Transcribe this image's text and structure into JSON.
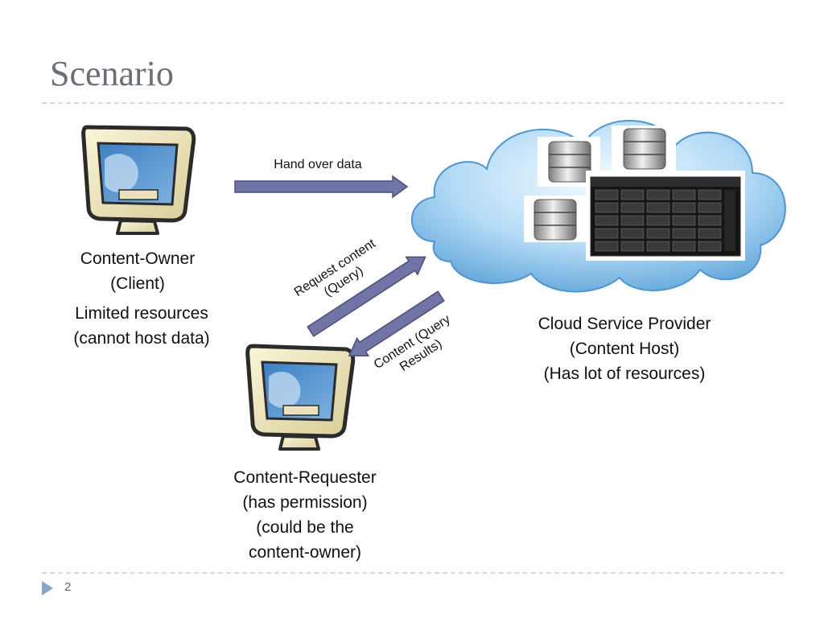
{
  "slide": {
    "title": "Scenario",
    "page_number": "2"
  },
  "owner": {
    "line1": "Content-Owner",
    "line2": "(Client)",
    "line3": "Limited resources",
    "line4": "(cannot host data)"
  },
  "provider": {
    "line1": "Cloud Service Provider",
    "line2": "(Content Host)",
    "line3": "(Has lot of resources)"
  },
  "requester": {
    "line1": "Content-Requester",
    "line2": "(has permission)",
    "line3": "(could be the",
    "line4": "content-owner)"
  },
  "arrows": {
    "handover": "Hand over data",
    "request_line1": "Request content",
    "request_line2": "(Query)",
    "results_line1": "Content (Query",
    "results_line2": "Results)"
  },
  "colors": {
    "arrow_fill": "#7075a6",
    "arrow_stroke": "#4a4e7a",
    "cloud": "#8fc4ea",
    "title": "#6a6f75",
    "monitor_frame": "#f1e7ba"
  },
  "icons": {
    "owner_computer": "monitor-icon",
    "requester_computer": "monitor-icon",
    "cloud": "cloud-icon",
    "databases": "database-icon",
    "server": "server-rack-icon"
  }
}
